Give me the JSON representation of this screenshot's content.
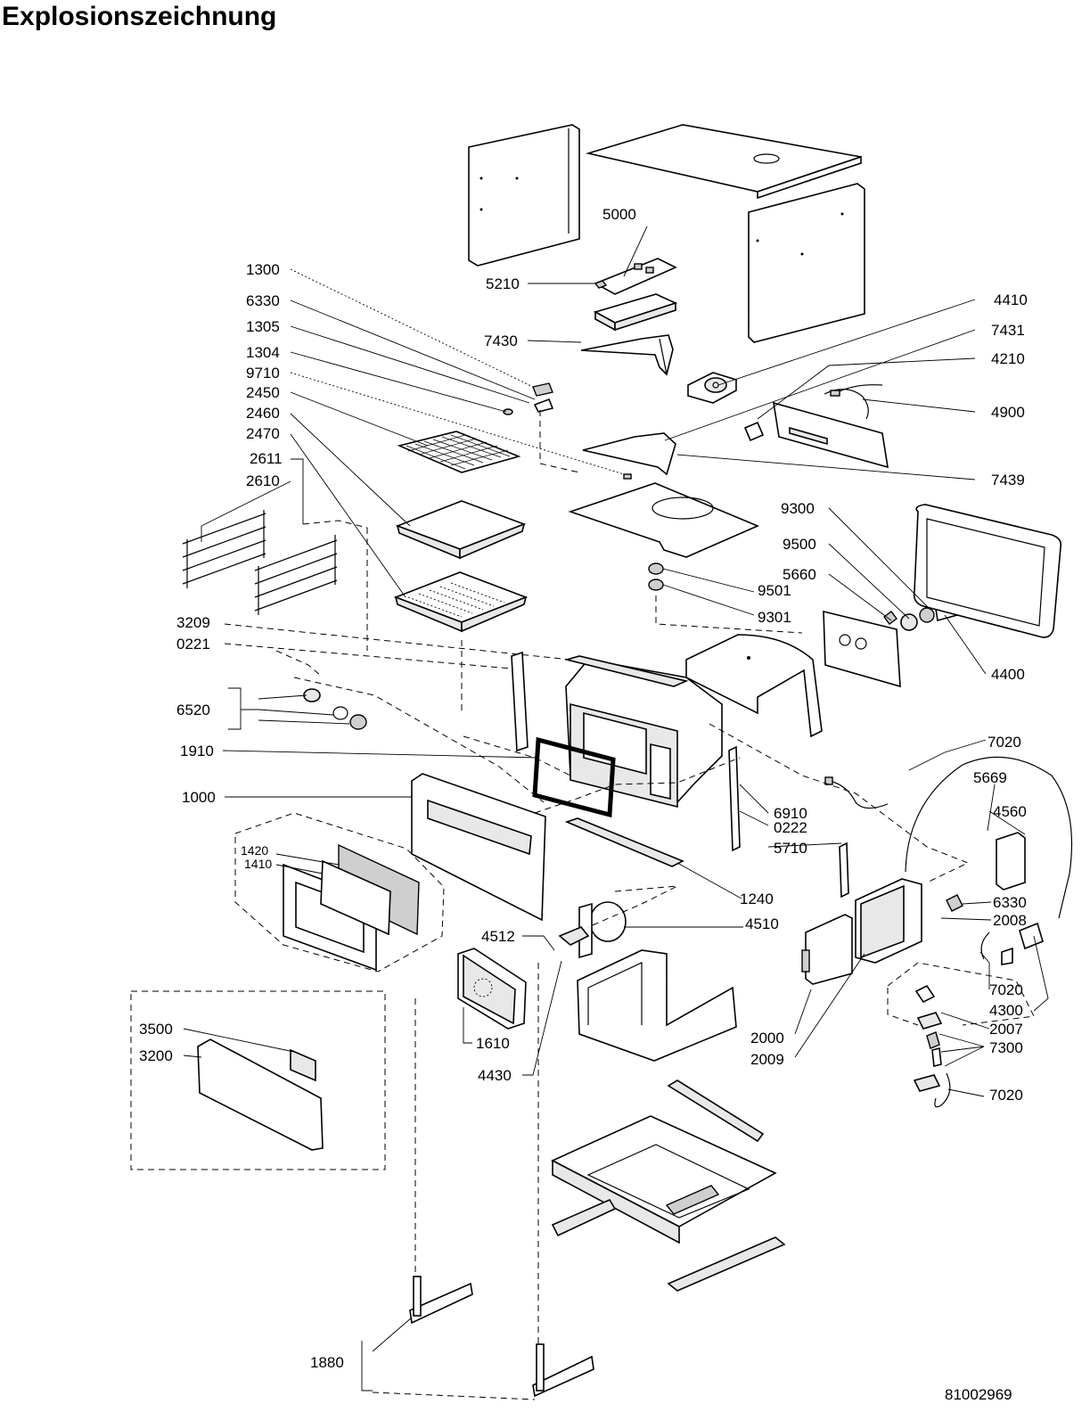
{
  "title": "Explosionszeichnung",
  "drawing_number": "81002969",
  "part_labels": {
    "p5000": "5000",
    "p5210": "5210",
    "p1300": "1300",
    "p6330a": "6330",
    "p1305": "1305",
    "p1304": "1304",
    "p9710": "9710",
    "p2450": "2450",
    "p2460": "2460",
    "p2470": "2470",
    "p2611": "2611",
    "p2610": "2610",
    "p7430": "7430",
    "p4410": "4410",
    "p7431": "7431",
    "p4210": "4210",
    "p4900": "4900",
    "p7439": "7439",
    "p9300": "9300",
    "p9500": "9500",
    "p5660": "5660",
    "p9501": "9501",
    "p9301": "9301",
    "p4400": "4400",
    "p3209": "3209",
    "p0221": "0221",
    "p6520": "6520",
    "p1910": "1910",
    "p7020a": "7020",
    "p5669": "5669",
    "p4560": "4560",
    "p1000": "1000",
    "p6910": "6910",
    "p0222": "0222",
    "p5710": "5710",
    "p1420": "1420",
    "p1410": "1410",
    "p1240": "1240",
    "p6330b": "6330",
    "p2008": "2008",
    "p4510": "4510",
    "p4512": "4512",
    "p7020b": "7020",
    "p4300": "4300",
    "p2007": "2007",
    "p7300": "7300",
    "p7020c": "7020",
    "p3500": "3500",
    "p3200": "3200",
    "p1610": "1610",
    "p2000": "2000",
    "p2009": "2009",
    "p4430": "4430",
    "p1880": "1880"
  }
}
